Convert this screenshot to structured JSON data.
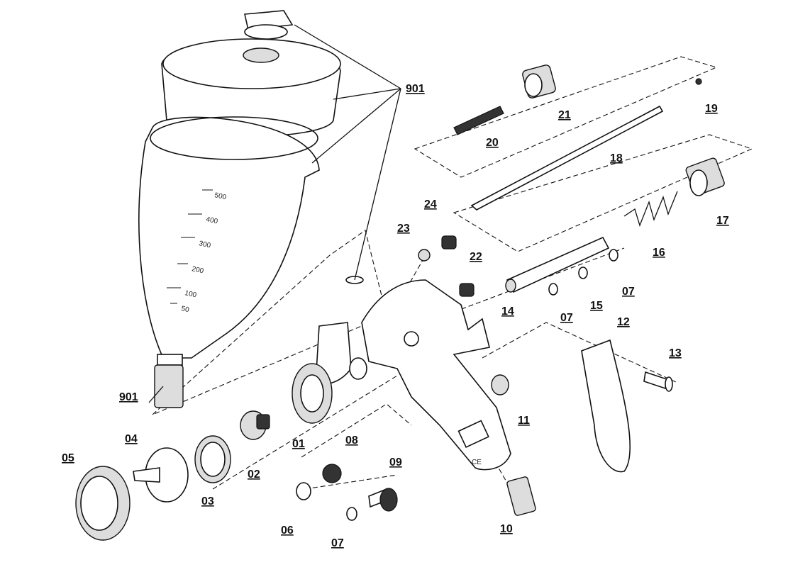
{
  "title": "Spray gun exploded parts diagram",
  "cup_scale": [
    "500",
    "400",
    "300",
    "200",
    "100",
    "50"
  ],
  "labels": {
    "p901a": "901",
    "p901b": "901",
    "p21": "21",
    "p20": "20",
    "p19": "19",
    "p18": "18",
    "p17": "17",
    "p16": "16",
    "p24": "24",
    "p23": "23",
    "p22": "22",
    "p07a": "07",
    "p15": "15",
    "p07b": "07",
    "p14": "14",
    "p12": "12",
    "p13": "13",
    "p11": "11",
    "p01": "01",
    "p02": "02",
    "p03": "03",
    "p04": "04",
    "p05": "05",
    "p08": "08",
    "p09": "09",
    "p06": "06",
    "p07c": "07",
    "p10": "10"
  },
  "ce_mark": "CE"
}
